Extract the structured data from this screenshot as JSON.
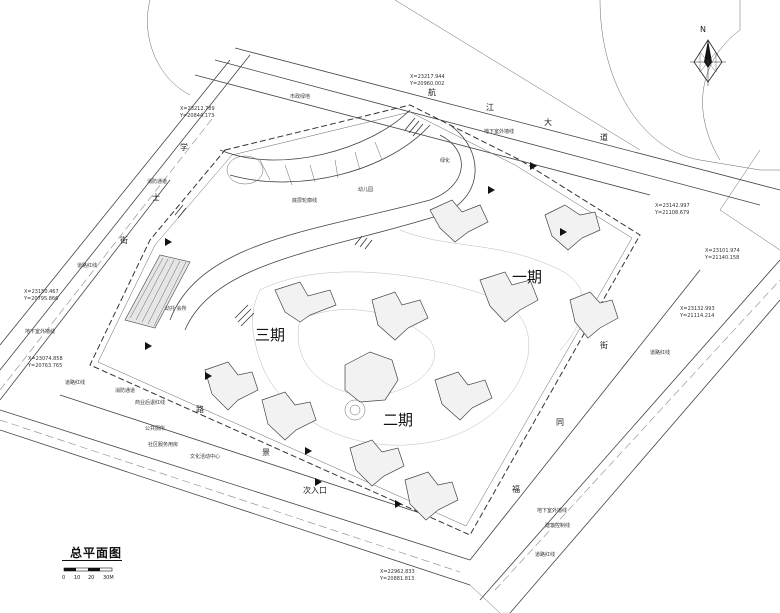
{
  "north": "N",
  "title": "总平面图",
  "scale": {
    "ticks": [
      "0",
      "10",
      "20",
      "30M"
    ]
  },
  "phases": [
    "一期",
    "二期",
    "三期"
  ],
  "roads": {
    "top_a": "航",
    "top_b": "江",
    "top_c": "大",
    "top_d": "道",
    "left_a": "学",
    "left_b": "士",
    "left_c": "街",
    "right_a": "街",
    "right_b": "同",
    "right_c": "福",
    "bottom_a": "路",
    "bottom_b": "景"
  },
  "labels": {
    "municipal_green": "市政绿地",
    "fire_lane_1": "消防通道",
    "fire_lane_2": "消防通道",
    "road_red_1": "道路红线",
    "road_red_2": "道路红线",
    "road_red_3": "道路红线",
    "road_red_4": "道路红线",
    "metro_1": "地下室外墙线",
    "metro_2": "地下室外墙线",
    "metro_3": "地下室外墙线",
    "ground_floor": "底层轮廓线",
    "kindergarten": "幼儿园",
    "sub_entrance": "次入口",
    "commercial_line": "商业后退红线",
    "building_line": "建筑控制线",
    "green_area": "绿化",
    "club": "幼托 会所",
    "culture": "文化活动中心",
    "public_toilet": "公共厕所",
    "community": "社区服务用房"
  },
  "coords": {
    "c1": "X=23217.944",
    "c1b": "Y=20960.002",
    "c2": "X=23212.789",
    "c2b": "Y=20844.173",
    "c3": "X=23150.467",
    "c3b": "Y=20795.866",
    "c4": "X=23074.858",
    "c4b": "Y=20763.765",
    "c5": "X=23142.997",
    "c5b": "Y=21108.679",
    "c6": "X=23101.974",
    "c6b": "Y=21140.158",
    "c7": "X=23132.993",
    "c7b": "Y=21114.214",
    "c8": "X=22962.833",
    "c8b": "Y=20881.813"
  }
}
